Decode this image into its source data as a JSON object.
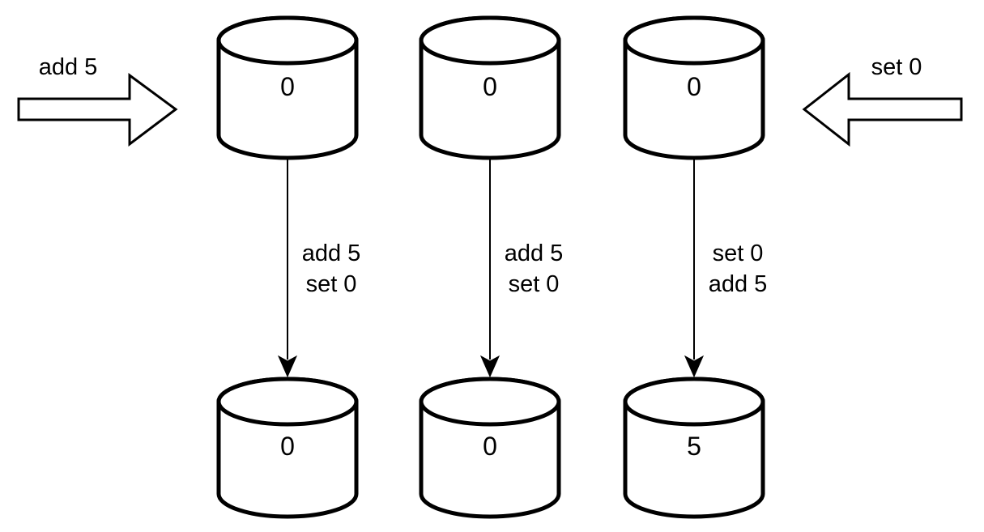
{
  "diagram": {
    "kind": "replica-operation-ordering",
    "colors": {
      "stroke": "#000000",
      "fill": "#ffffff",
      "background": "#ffffff"
    },
    "incoming": {
      "left": "add 5",
      "right": "set 0"
    },
    "replicas": [
      {
        "initial": "0",
        "ops": [
          "add 5",
          "set 0"
        ],
        "final": "0"
      },
      {
        "initial": "0",
        "ops": [
          "add 5",
          "set 0"
        ],
        "final": "0"
      },
      {
        "initial": "0",
        "ops": [
          "set 0",
          "add 5"
        ],
        "final": "5"
      }
    ]
  }
}
